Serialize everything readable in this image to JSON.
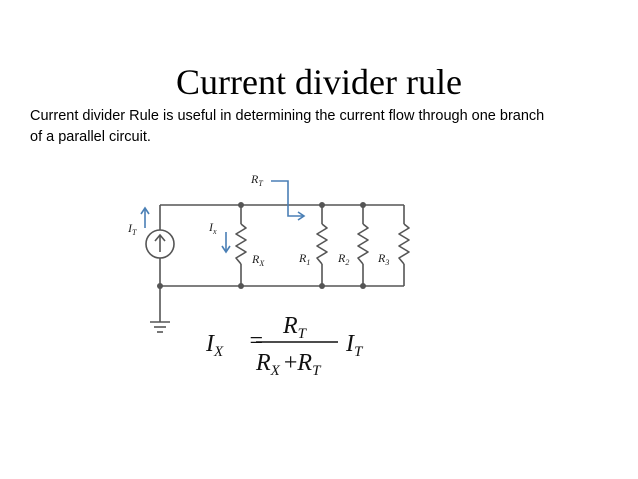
{
  "slide": {
    "title": "Current divider rule",
    "description_lines": [
      "Current divider Rule is useful in determining the current flow through one branch",
      "of a parallel circuit."
    ]
  },
  "circuit": {
    "labels": {
      "it_main": "I",
      "it_sub": "T",
      "ix_main": "I",
      "ix_sub": "x",
      "rt_main": "R",
      "rt_sub": "T",
      "rx_main": "R",
      "rx_sub": "X",
      "r1_main": "R",
      "r1_sub": "1",
      "r2_main": "R",
      "r2_sub": "2",
      "r3_main": "R",
      "r3_sub": "3"
    },
    "arrow_color": "#4a7fb5",
    "wire_color": "#555555"
  },
  "formula": {
    "lhs_main": "I",
    "lhs_sub": "X",
    "equals": "=",
    "num_main": "R",
    "num_sub": "T",
    "den_a_main": "R",
    "den_a_sub": "X",
    "den_plus": "+",
    "den_b_main": "R",
    "den_b_sub": "T",
    "rhs_main": "I",
    "rhs_sub": "T"
  }
}
